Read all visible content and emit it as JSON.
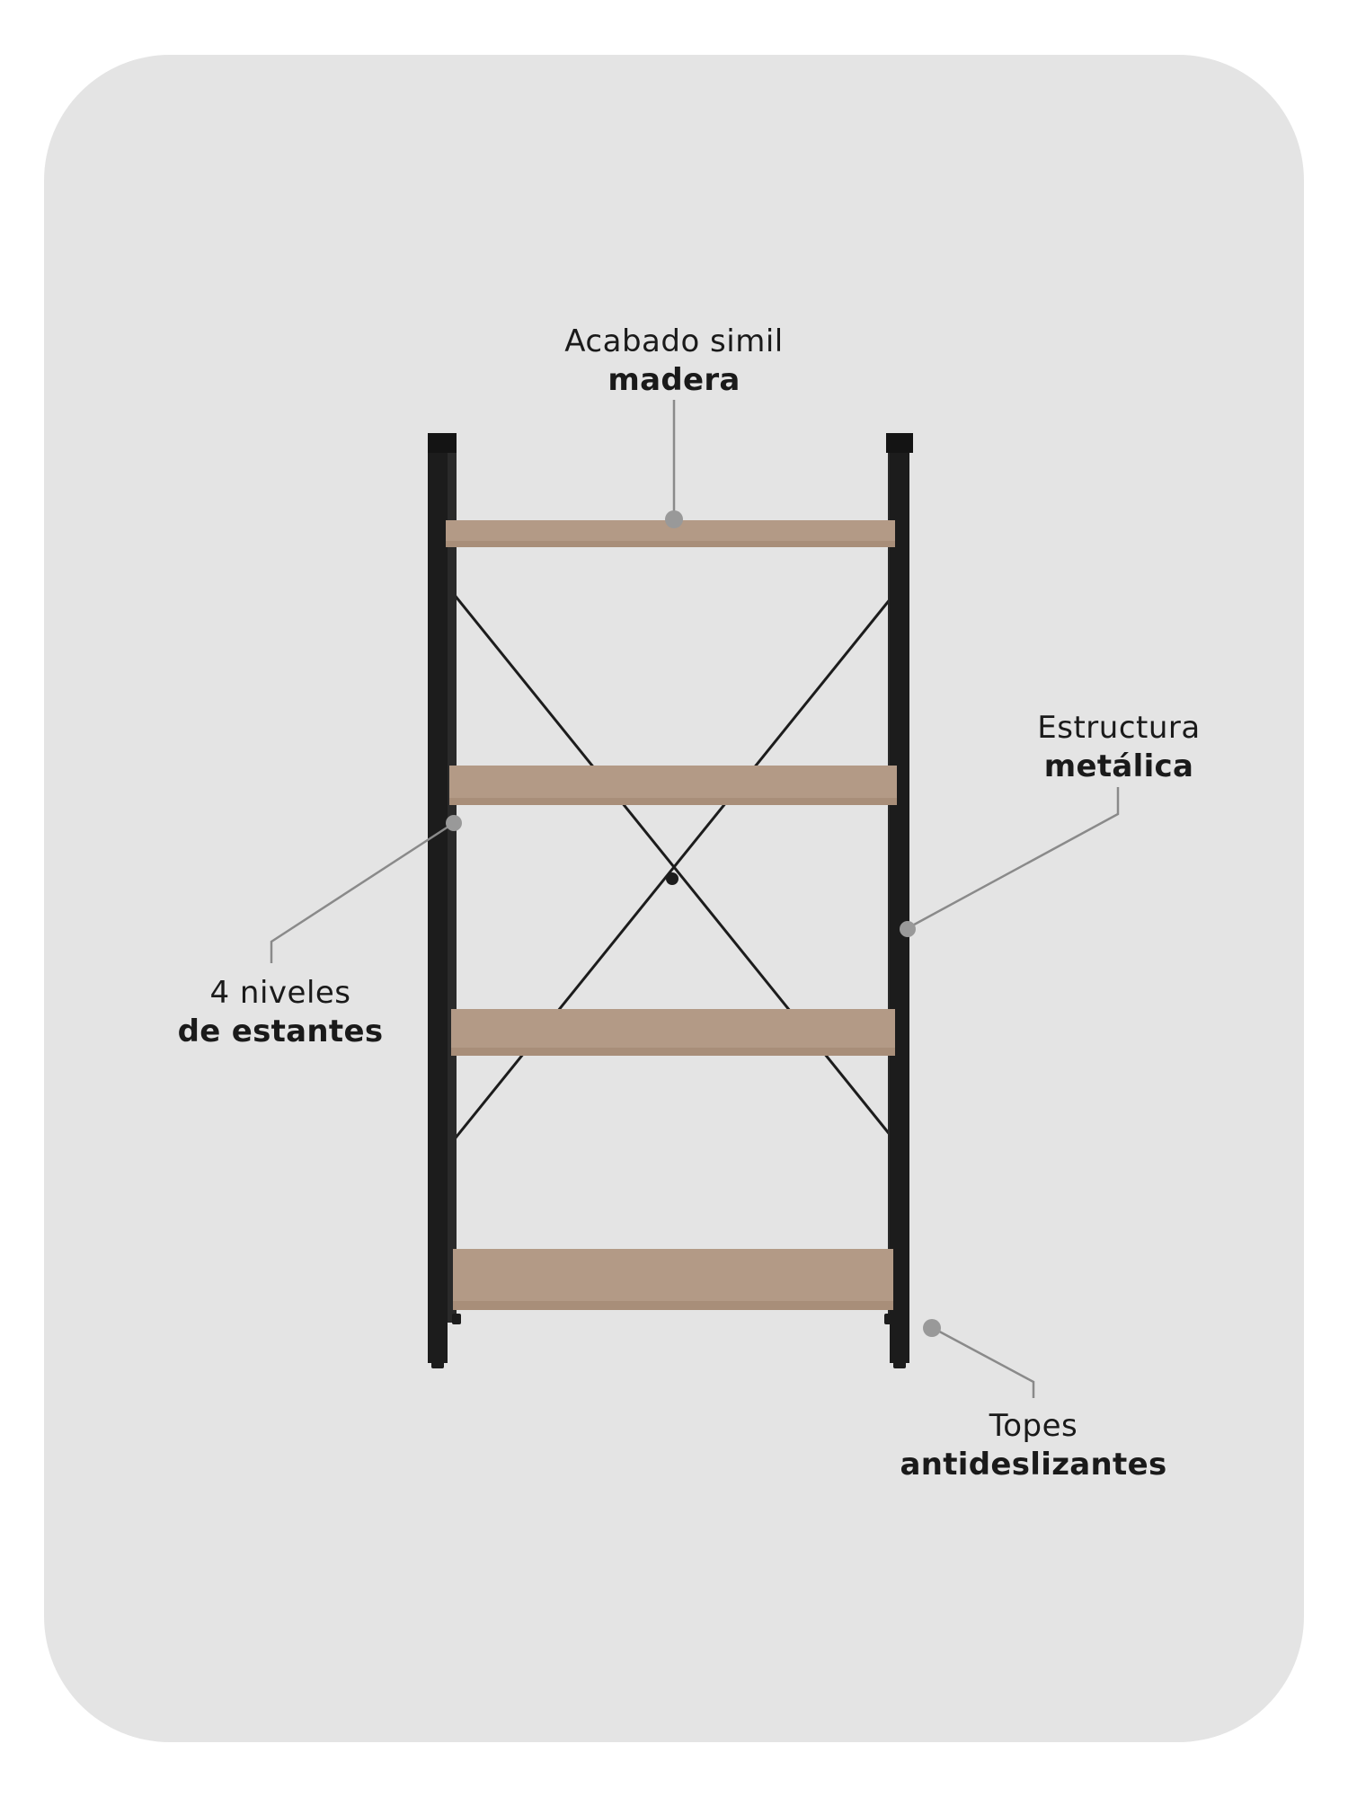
{
  "colors": {
    "card_background": "#e4e4e4",
    "frame_metal": "#1c1c1c",
    "shelf_wood": "#b39a86",
    "shelf_wood_edge": "#a88e79",
    "callout_line": "#8a8a8a",
    "callout_dot": "#999999"
  },
  "callouts": {
    "top": {
      "line1": "Acabado simil",
      "line2": "madera"
    },
    "right": {
      "line1": "Estructura",
      "line2": "metálica"
    },
    "left": {
      "line1": "4 niveles",
      "line2": "de estantes"
    },
    "bottom": {
      "line1": "Topes",
      "line2": "antideslizantes"
    }
  }
}
